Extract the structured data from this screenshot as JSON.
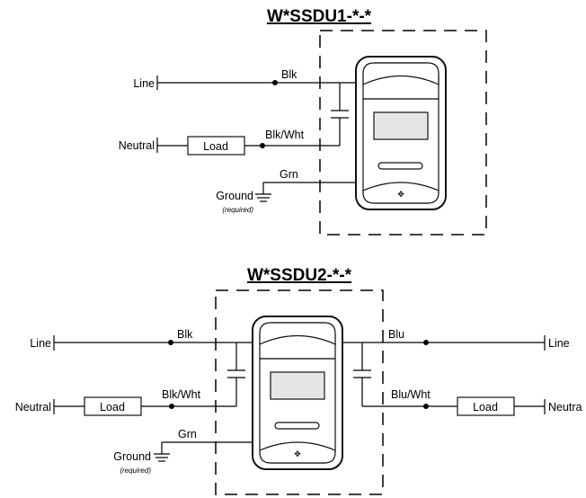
{
  "diagram1": {
    "title": "W*SSDU1-*-*",
    "terminals": {
      "line": "Line",
      "neutral": "Neutral",
      "ground": "Ground",
      "ground_note": "(required)"
    },
    "load": "Load",
    "wires": {
      "blk": "Blk",
      "blk_wht": "Blk/Wht",
      "grn": "Grn"
    }
  },
  "diagram2": {
    "title": "W*SSDU2-*-*",
    "left_terminals": {
      "line": "Line",
      "neutral": "Neutral",
      "ground": "Ground",
      "ground_note": "(required)"
    },
    "right_terminals": {
      "line": "Line",
      "neutral": "Neutra"
    },
    "load_left": "Load",
    "load_right": "Load",
    "wires": {
      "blk": "Blk",
      "blk_wht": "Blk/Wht",
      "grn": "Grn",
      "blu": "Blu",
      "blu_wht": "Blu/Wht"
    }
  }
}
